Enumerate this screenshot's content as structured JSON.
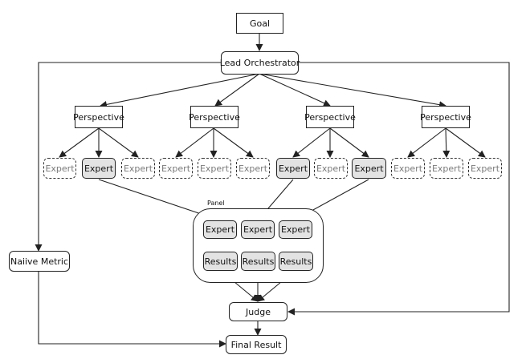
{
  "nodes": {
    "goal": "Goal",
    "lead": "Lead Orchestrator",
    "perspective": "Perspective",
    "expert": "Expert",
    "panel_label": "Panel",
    "results": "Results",
    "naive_metric": "Naiive Metric",
    "judge": "Judge",
    "final_result": "Final Result"
  },
  "perspectives": [
    {
      "label": "Perspective",
      "experts": [
        {
          "label": "Expert",
          "state": "dashed"
        },
        {
          "label": "Expert",
          "state": "selected"
        },
        {
          "label": "Expert",
          "state": "dashed"
        }
      ]
    },
    {
      "label": "Perspective",
      "experts": [
        {
          "label": "Expert",
          "state": "dashed"
        },
        {
          "label": "Expert",
          "state": "dashed"
        },
        {
          "label": "Expert",
          "state": "dashed"
        }
      ]
    },
    {
      "label": "Perspective",
      "experts": [
        {
          "label": "Expert",
          "state": "selected"
        },
        {
          "label": "Expert",
          "state": "dashed"
        },
        {
          "label": "Expert",
          "state": "selected"
        }
      ]
    },
    {
      "label": "Perspective",
      "experts": [
        {
          "label": "Expert",
          "state": "dashed"
        },
        {
          "label": "Expert",
          "state": "dashed"
        },
        {
          "label": "Expert",
          "state": "dashed"
        }
      ]
    }
  ],
  "panel": [
    {
      "expert": "Expert",
      "results": "Results"
    },
    {
      "expert": "Expert",
      "results": "Results"
    },
    {
      "expert": "Expert",
      "results": "Results"
    }
  ]
}
